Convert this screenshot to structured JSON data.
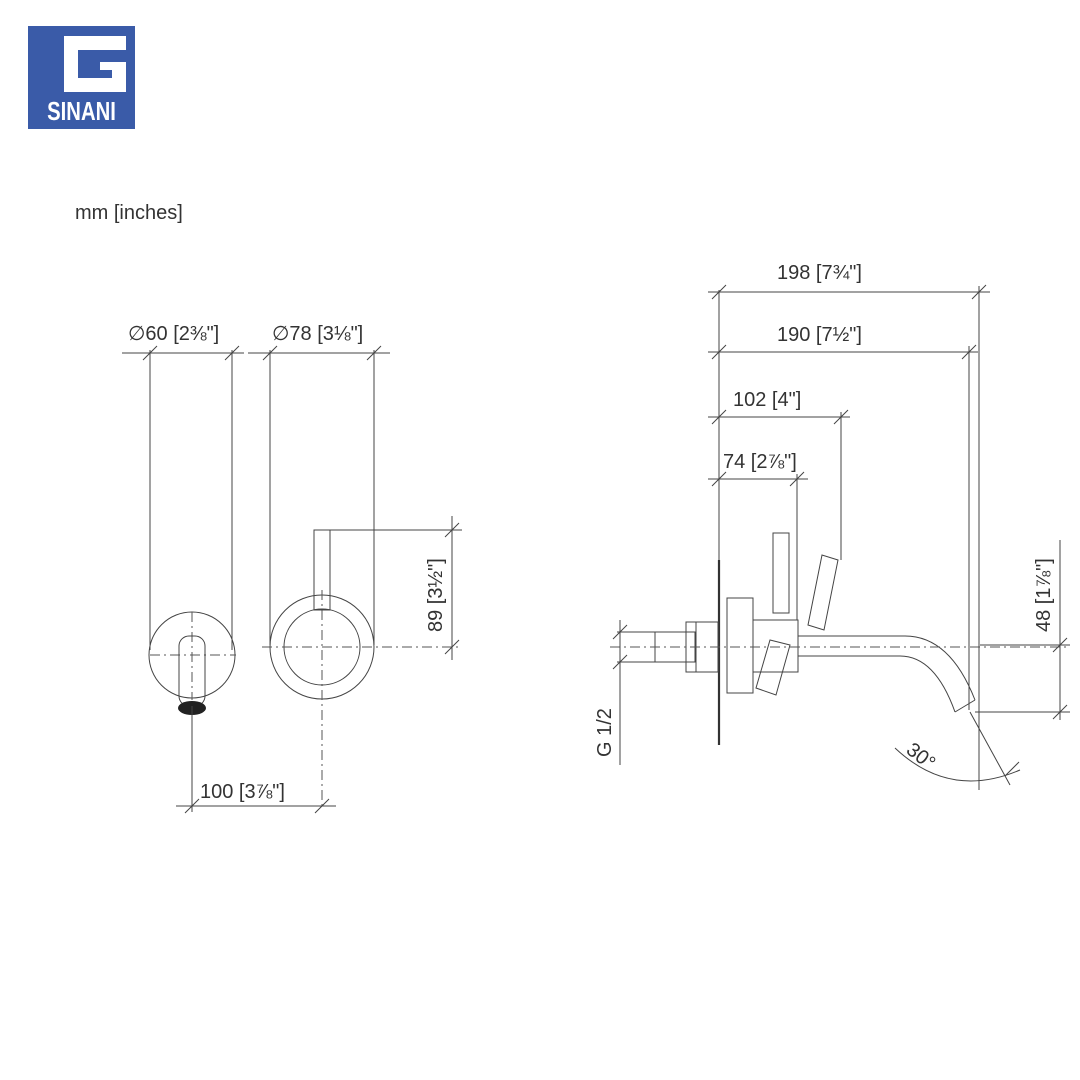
{
  "brand": {
    "logo_text": "SINANI",
    "logo_color": "#3a5ba8"
  },
  "units_label": "mm [inches]",
  "dimensions": {
    "dia_lever_rosette": "∅60 [2⅜\"]",
    "dia_spout_rosette": "∅78 [3⅛\"]",
    "height_handle": "89 [3½\"]",
    "center_distance": "100 [3⅞\"]",
    "overall_length": "198 [7¾\"]",
    "spout_length": "190 [7½\"]",
    "handle_reach": "102 [4\"]",
    "handle_offset": "74 [2⅞\"]",
    "spout_drop": "48 [1⅞\"]",
    "thread": "G 1/2",
    "angle": "30°"
  }
}
